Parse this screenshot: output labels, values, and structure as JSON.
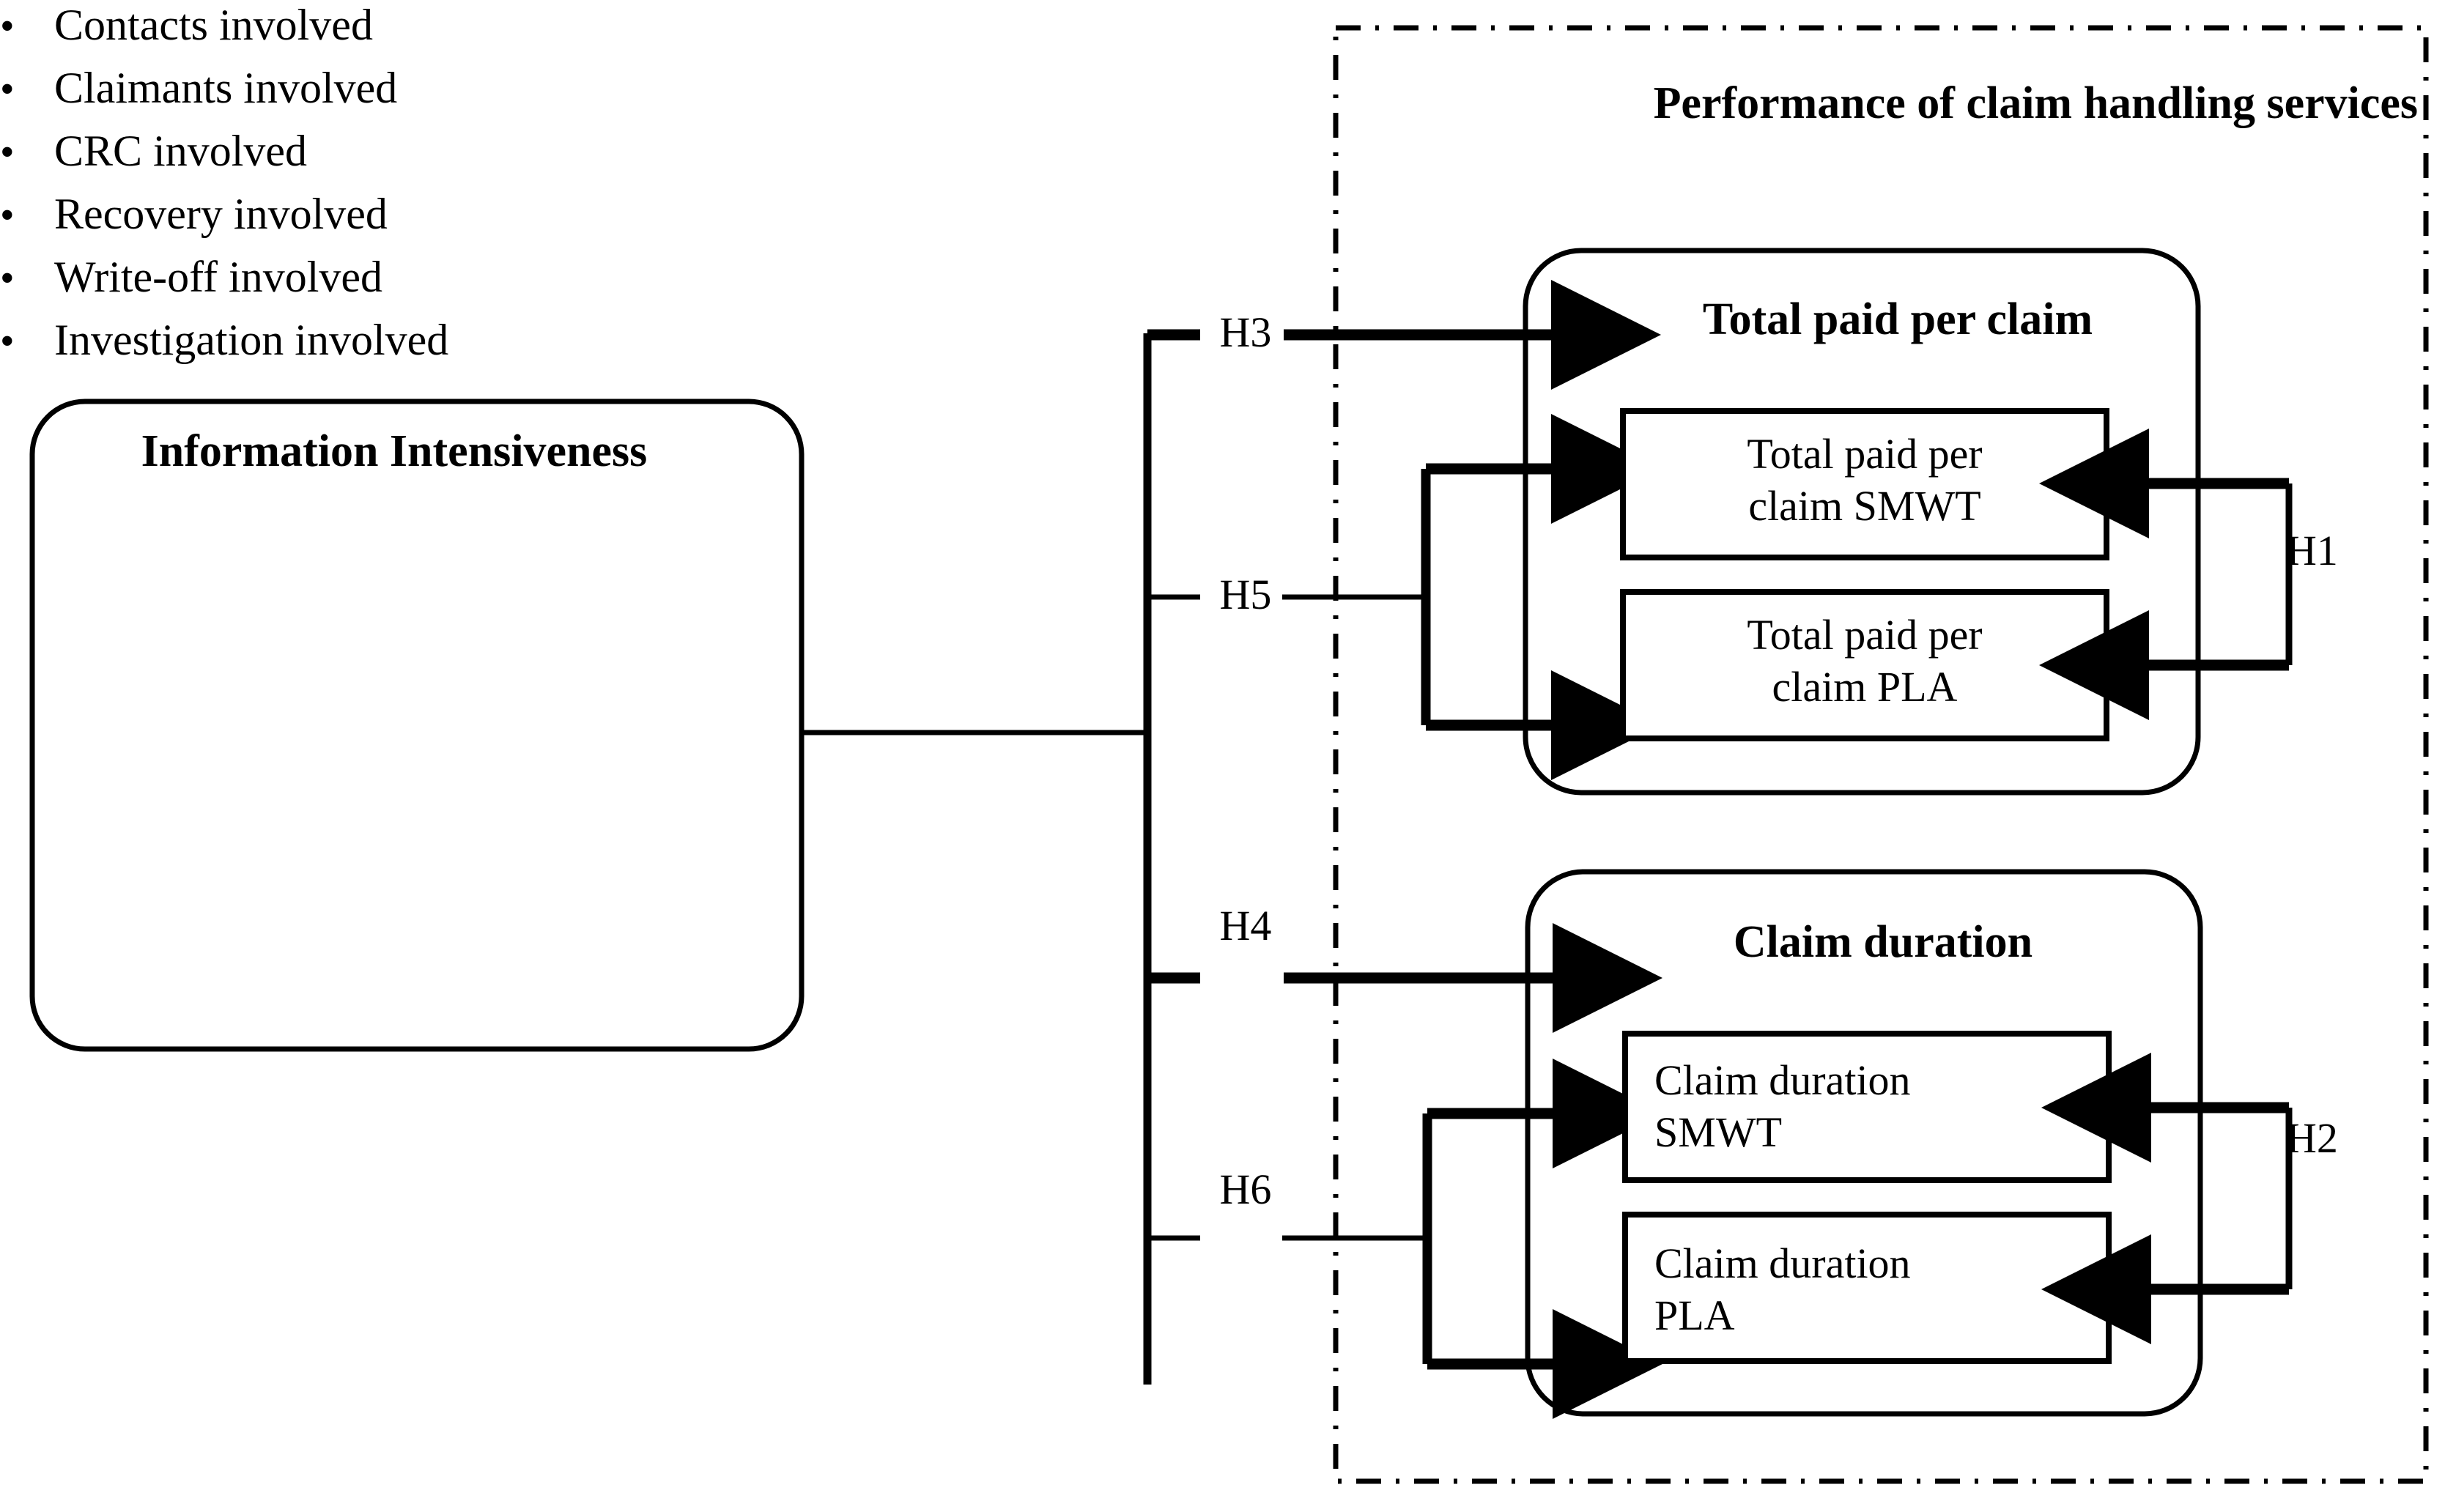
{
  "diagram": {
    "title_outer_dashed": "Performance of claim handling services",
    "construct": {
      "title": "Information Intensiveness",
      "bullet_glyph": "•",
      "items": [
        "Contacts involved",
        "Claimants involved",
        "CRC involved",
        "Recovery involved",
        "Write-off involved",
        "Investigation involved"
      ]
    },
    "groups": [
      {
        "heading": "Total paid per claim",
        "indicators": [
          {
            "line1": "Total paid per",
            "line2": "claim SMWT",
            "align": "center"
          },
          {
            "line1": "Total paid per",
            "line2": "claim PLA",
            "align": "center"
          }
        ],
        "moderator_label": "H1"
      },
      {
        "heading": "Claim duration",
        "indicators": [
          {
            "line1": "Claim duration",
            "line2": "SMWT",
            "align": "left"
          },
          {
            "line1": "Claim duration",
            "line2": "PLA",
            "align": "left"
          }
        ],
        "moderator_label": "H2"
      }
    ],
    "hypotheses": {
      "h3": "H3",
      "h4": "H4",
      "h5": "H5",
      "h6": "H6",
      "h1": "H1",
      "h2": "H2"
    },
    "colors": {
      "stroke": "#000000",
      "background": "#ffffff",
      "text": "#000000"
    }
  }
}
